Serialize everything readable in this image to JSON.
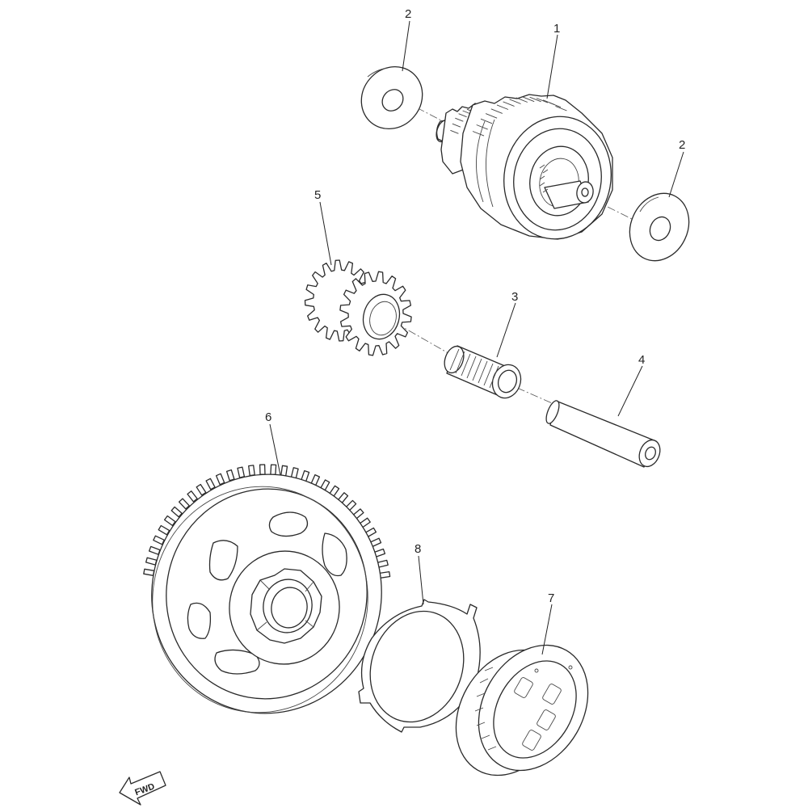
{
  "diagram": {
    "callouts": [
      {
        "id": "part-1",
        "label": "1"
      },
      {
        "id": "part-2a",
        "label": "2"
      },
      {
        "id": "part-2b",
        "label": "2"
      },
      {
        "id": "part-3",
        "label": "3"
      },
      {
        "id": "part-4",
        "label": "4"
      },
      {
        "id": "part-5",
        "label": "5"
      },
      {
        "id": "part-6",
        "label": "6"
      },
      {
        "id": "part-7",
        "label": "7"
      },
      {
        "id": "part-8",
        "label": "8"
      }
    ],
    "fwd_label": "FWD",
    "icons": {
      "fwd": "fwd-arrow-icon"
    },
    "colors": {
      "line": "#2a2a2a",
      "background": "#ffffff"
    }
  }
}
